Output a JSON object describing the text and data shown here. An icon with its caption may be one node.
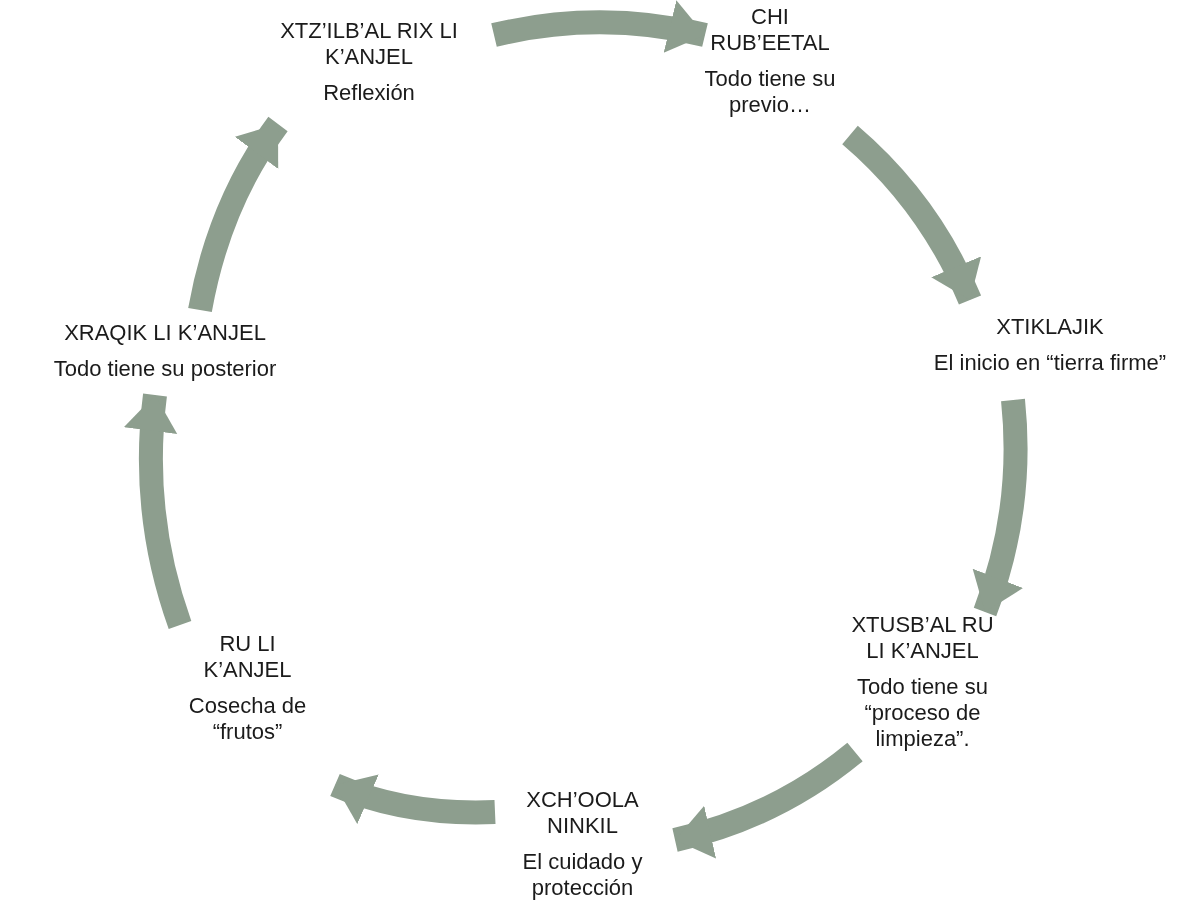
{
  "diagram": {
    "nodes": [
      {
        "text": [
          "XTZ’ILB’AL RIX LI K’ANJEL",
          "Reflexión"
        ]
      },
      {
        "text": [
          "CHI RUB’EETAL",
          "Todo tiene su previo…"
        ]
      },
      {
        "text": [
          "XTIKLAJIK",
          "El inicio en “tierra firme”"
        ]
      },
      {
        "text": [
          "XTUSB’AL RU LI K’ANJEL",
          "Todo tiene su “proceso de limpieza”."
        ]
      },
      {
        "text": [
          "XCH’OOLA NINKIL",
          "El cuidado y protección"
        ]
      },
      {
        "text": [
          "RU LI K’ANJEL",
          "Cosecha de “frutos”"
        ]
      },
      {
        "text": [
          "XRAQIK LI K’ANJEL",
          "Todo tiene su posterior"
        ]
      }
    ],
    "edges": [
      {
        "from": 0,
        "to": 1,
        "arrow": "to"
      },
      {
        "from": 1,
        "to": 2,
        "arrow": "to"
      },
      {
        "from": 2,
        "to": 3,
        "arrow": "to"
      },
      {
        "from": 3,
        "to": 4,
        "arrow": "to"
      },
      {
        "from": 4,
        "to": 5,
        "arrow": "to"
      },
      {
        "from": 5,
        "to": 6,
        "arrow": "to"
      },
      {
        "from": 6,
        "to": 0,
        "arrow": "to"
      }
    ]
  }
}
